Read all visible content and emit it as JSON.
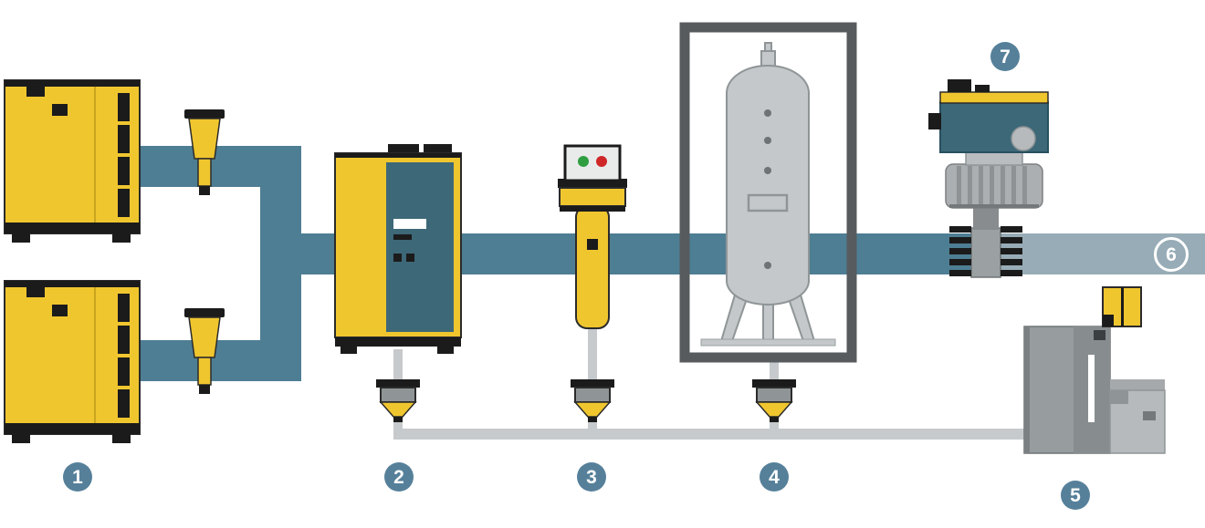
{
  "diagram": {
    "kind": "compressed-air-station-schematic"
  },
  "badges": [
    {
      "label": "1"
    },
    {
      "label": "2"
    },
    {
      "label": "3"
    },
    {
      "label": "4"
    },
    {
      "label": "5"
    },
    {
      "label": "6"
    },
    {
      "label": "7"
    }
  ],
  "components": [
    {
      "badge": "1",
      "name": "rotary-screw-compressors",
      "count": 2
    },
    {
      "badge": "2",
      "name": "refrigeration-dryer"
    },
    {
      "badge": "3",
      "name": "compressed-air-filter"
    },
    {
      "badge": "4",
      "name": "air-receiver-tank"
    },
    {
      "badge": "5",
      "name": "condensate-treatment-unit"
    },
    {
      "badge": "6",
      "name": "compressed-air-main-pipe"
    },
    {
      "badge": "7",
      "name": "shut-off-valve-with-actuator"
    }
  ],
  "colors": {
    "yellow": "#F0C62F",
    "yellow_dark": "#C9A51F",
    "pipe": "#4E7E93",
    "pipe_light": "#97ACB6",
    "badge": "#56809A",
    "panel_teal": "#3D6878",
    "dark": "#1B1B1B",
    "frame_gray": "#575B5D",
    "vessel_gray": "#C4C8CA",
    "cond_gray": "#C6CACC",
    "status_green": "#2F9E41",
    "status_red": "#CF2727"
  }
}
